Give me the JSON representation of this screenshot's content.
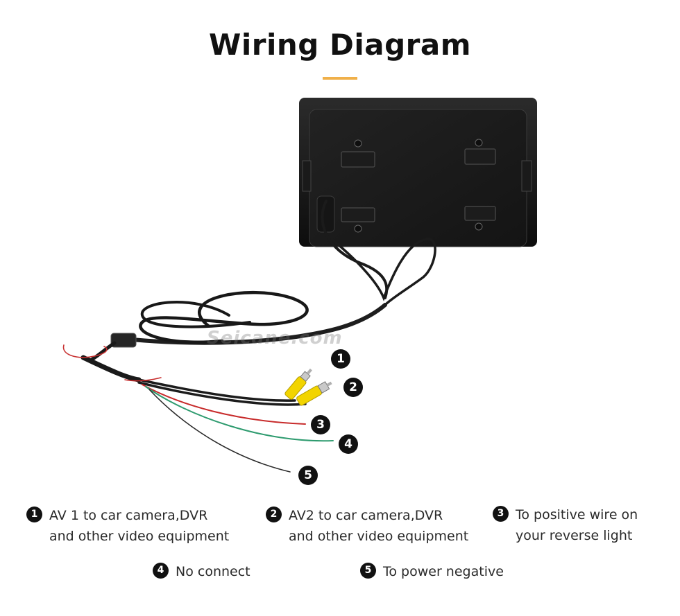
{
  "title": "Wiring Diagram",
  "watermark": "Seicane.com",
  "accent_color": "#f0b04a",
  "callouts": [
    "1",
    "2",
    "3",
    "4",
    "5"
  ],
  "legend": [
    {
      "number": "1",
      "line1": "AV 1 to car camera,DVR",
      "line2": "and other video equipment"
    },
    {
      "number": "2",
      "line1": "AV2 to car camera,DVR",
      "line2": "and other video equipment"
    },
    {
      "number": "3",
      "line1": "To positive wire on",
      "line2": "your reverse light"
    },
    {
      "number": "4",
      "line1": "No connect",
      "line2": ""
    },
    {
      "number": "5",
      "line1": "To power negative",
      "line2": ""
    }
  ]
}
